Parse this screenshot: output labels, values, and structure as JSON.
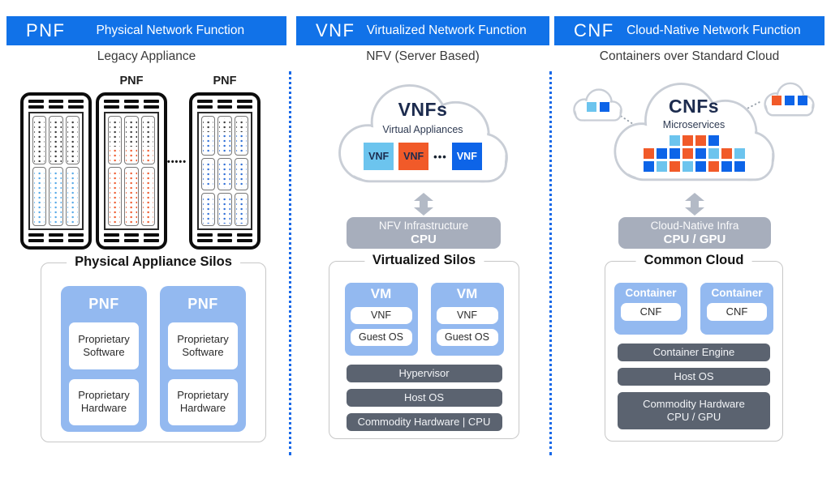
{
  "palette": {
    "header-blue": "#1172e8",
    "card-blue": "#93b9f0",
    "dark-bar": "#5b6370",
    "infra-gray": "#a7aebc",
    "cloud-stroke": "#c9ced6",
    "orange": "#f15a29",
    "blue": "#0d64e8",
    "light-blue": "#6cc4ee",
    "navy": "#1c2b4e",
    "separator-blue": "#1668e8",
    "arrow-gray": "#b3bac6"
  },
  "icons": {
    "server_rack": "server-rack-icon",
    "cloud": "cloud-outline-icon",
    "exchange_arrow": "double-headed-arrow-icon",
    "separator": "vertical-dotted-line"
  },
  "columns": [
    {
      "id": "pnf",
      "header": {
        "acronym": "PNF",
        "title": "Physical Network Function"
      },
      "subtitle": "Legacy Appliance",
      "racks": {
        "labels": [
          "PNF",
          "PNF"
        ],
        "ellipsis": "•••••",
        "themes": [
          "light-blue",
          "orange",
          "blue"
        ]
      },
      "silos": {
        "title": "Physical Appliance Silos",
        "cards": [
          {
            "title": "PNF",
            "items": [
              "Proprietary Software",
              "Proprietary Hardware"
            ]
          },
          {
            "title": "PNF",
            "items": [
              "Proprietary Software",
              "Proprietary Hardware"
            ]
          }
        ]
      }
    },
    {
      "id": "vnf",
      "header": {
        "acronym": "VNF",
        "title": "Virtualized Network Function"
      },
      "subtitle": "NFV (Server Based)",
      "cloud": {
        "title": "VNFs",
        "subtitle": "Virtual Appliances",
        "chips": [
          {
            "label": "VNF",
            "color": "light-blue"
          },
          {
            "label": "VNF",
            "color": "orange"
          },
          {
            "label": "VNF",
            "color": "blue"
          }
        ],
        "ellipsis": "•••"
      },
      "infra_bar": {
        "line1": "NFV Infrastructure",
        "line2": "CPU"
      },
      "silos": {
        "title": "Virtualized Silos",
        "cards": [
          {
            "title": "VM",
            "items": [
              "VNF",
              "Guest OS"
            ]
          },
          {
            "title": "VM",
            "items": [
              "VNF",
              "Guest OS"
            ]
          }
        ],
        "layers": [
          "Hypervisor",
          "Host OS",
          "Commodity Hardware | CPU"
        ]
      }
    },
    {
      "id": "cnf",
      "header": {
        "acronym": "CNF",
        "title": "Cloud-Native Network Function"
      },
      "subtitle": "Containers over Standard Cloud",
      "cloud": {
        "title": "CNFs",
        "subtitle": "Microservices",
        "grid_rows": [
          [
            "lb",
            "or",
            "or",
            "bl"
          ],
          [
            "or",
            "bl",
            "bl",
            "or",
            "bl",
            "lb",
            "or",
            "lb"
          ],
          [
            "bl",
            "lb",
            "or",
            "lb",
            "bl",
            "or",
            "bl",
            "bl"
          ]
        ],
        "left_cloud_squares": [
          [
            "lb",
            "bl"
          ]
        ],
        "right_cloud_squares": [
          [
            "or",
            "bl",
            "bl"
          ]
        ]
      },
      "infra_bar": {
        "line1": "Cloud-Native Infra",
        "line2": "CPU / GPU"
      },
      "silos": {
        "title": "Common Cloud",
        "cards": [
          {
            "title": "Container",
            "items": [
              "CNF"
            ]
          },
          {
            "title": "Container",
            "items": [
              "CNF"
            ]
          }
        ],
        "layers": [
          "Container Engine",
          "Host OS"
        ],
        "hw_layer": {
          "line1": "Commodity Hardware",
          "line2": "CPU / GPU"
        }
      }
    }
  ]
}
